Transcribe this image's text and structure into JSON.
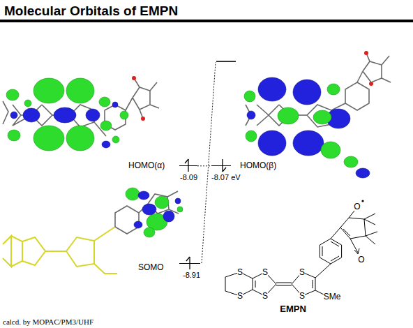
{
  "diagram": {
    "title": "Molecular Orbitals of EMPN",
    "caption": "calcd. by MOPAC/PM3/UHF",
    "nodes": [
      {
        "text": [
          "HOMO(α)",
          "-8.09"
        ]
      },
      {
        "text": [
          "-8.07 eV",
          "HOMO(β)"
        ]
      },
      {
        "text": [
          "SOMO",
          "-8.91"
        ]
      }
    ],
    "edges": [
      {
        "from": 0,
        "to": 1,
        "arrow": "none"
      }
    ],
    "labels": [
      "S",
      "S",
      "S",
      "S",
      "S",
      "S",
      "SMe",
      "O",
      "O",
      "EMPN"
    ]
  }
}
